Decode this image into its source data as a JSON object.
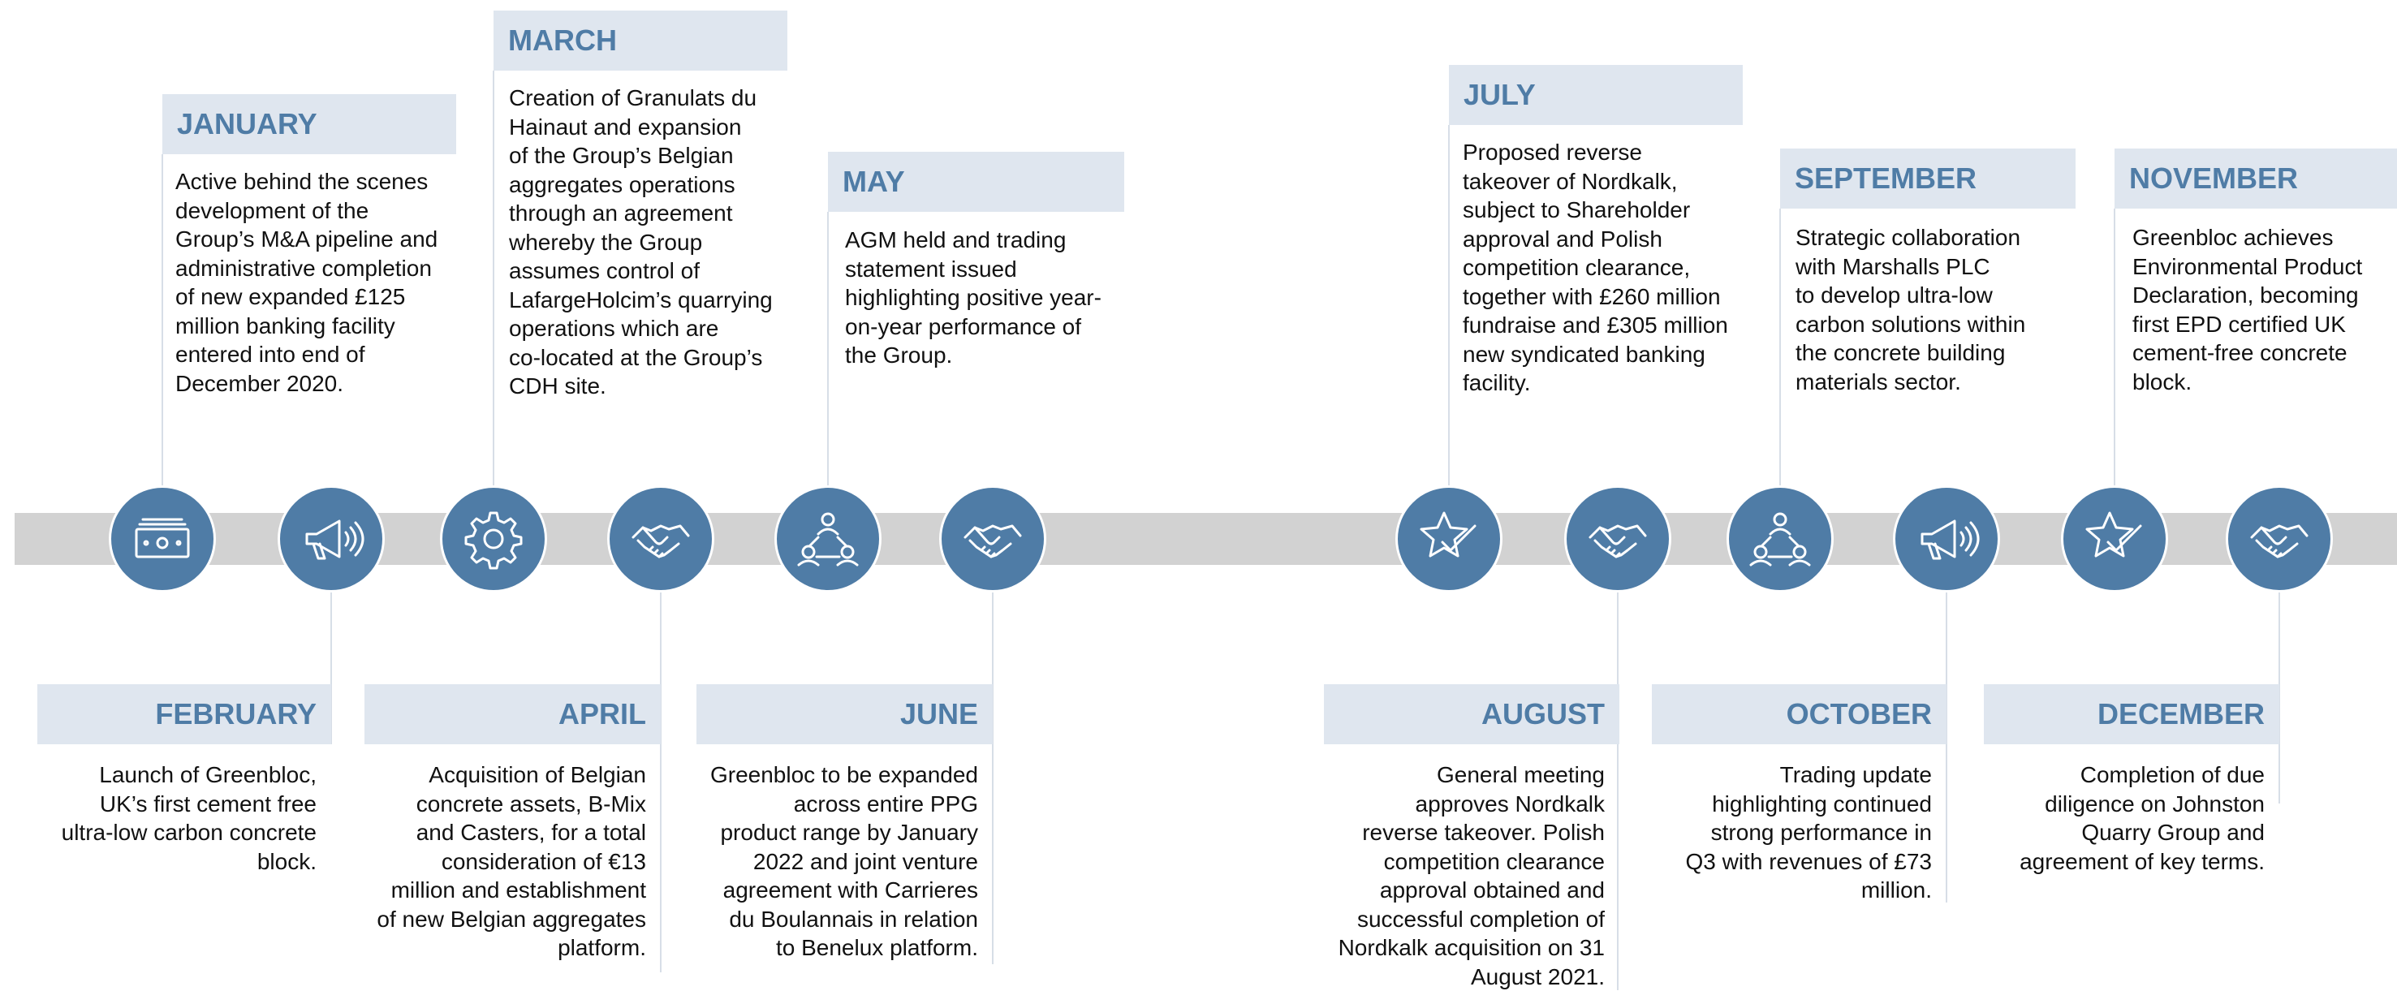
{
  "colors": {
    "accent": "#4f7ca6",
    "header_bg": "#dfe6ef",
    "band": "#d2d2d2",
    "connector": "#d7dee7",
    "text": "#111111"
  },
  "events": [
    {
      "month": "JANUARY",
      "icon": "banknote-icon",
      "text": "Active behind the scenes\ndevelopment of the\nGroup’s M&A pipeline and\nadministrative completion\nof new expanded £125\nmillion banking facility\nentered into end of\nDecember 2020."
    },
    {
      "month": "FEBRUARY",
      "icon": "megaphone-icon",
      "text": "Launch of Greenbloc,\nUK’s first cement free\nultra-low carbon concrete\nblock."
    },
    {
      "month": "MARCH",
      "icon": "gear-icon",
      "text": "Creation of Granulats du\nHainaut and expansion\nof the Group’s Belgian\naggregates operations\nthrough an agreement\nwhereby the Group\nassumes control of\nLafargeHolcim’s quarrying\noperations which are\nco-located at the Group’s\nCDH site."
    },
    {
      "month": "APRIL",
      "icon": "handshake-icon",
      "text": "Acquisition of Belgian\nconcrete assets, B-Mix\nand Casters, for a total\nconsideration of €13\nmillion and establishment\nof new Belgian aggregates\nplatform."
    },
    {
      "month": "MAY",
      "icon": "people-network-icon",
      "text": "AGM held and trading\nstatement issued\nhighlighting positive year-\non-year performance of\nthe Group."
    },
    {
      "month": "JUNE",
      "icon": "handshake-icon",
      "text": "Greenbloc to be expanded\nacross entire PPG\nproduct range by January\n2022 and joint venture\nagreement with Carrieres\ndu Boulannais in relation\nto Benelux platform."
    },
    {
      "month": "JULY",
      "icon": "star-check-icon",
      "text": "Proposed reverse\ntakeover of Nordkalk,\nsubject to Shareholder\napproval and Polish\ncompetition clearance,\ntogether with £260 million\nfundraise and £305 million\nnew syndicated banking\nfacility."
    },
    {
      "month": "AUGUST",
      "icon": "handshake-icon",
      "text": "General meeting\napproves Nordkalk\nreverse takeover. Polish\ncompetition clearance\napproval obtained and\nsuccessful completion of\nNordkalk acquisition on 31\nAugust 2021."
    },
    {
      "month": "SEPTEMBER",
      "icon": "people-network-icon",
      "text": "Strategic collaboration\nwith Marshalls PLC\nto develop ultra-low\ncarbon solutions within\nthe concrete building\nmaterials sector."
    },
    {
      "month": "OCTOBER",
      "icon": "megaphone-icon",
      "text": "Trading update\nhighlighting continued\nstrong performance in\nQ3 with revenues of £73\nmillion."
    },
    {
      "month": "NOVEMBER",
      "icon": "star-check-icon",
      "text": "Greenbloc achieves\nEnvironmental Product\nDeclaration, becoming\nfirst EPD certified UK\ncement-free concrete\nblock."
    },
    {
      "month": "DECEMBER",
      "icon": "handshake-icon",
      "text": "Completion of due\ndiligence on Johnston\nQuarry Group and\nagreement of key terms."
    }
  ]
}
